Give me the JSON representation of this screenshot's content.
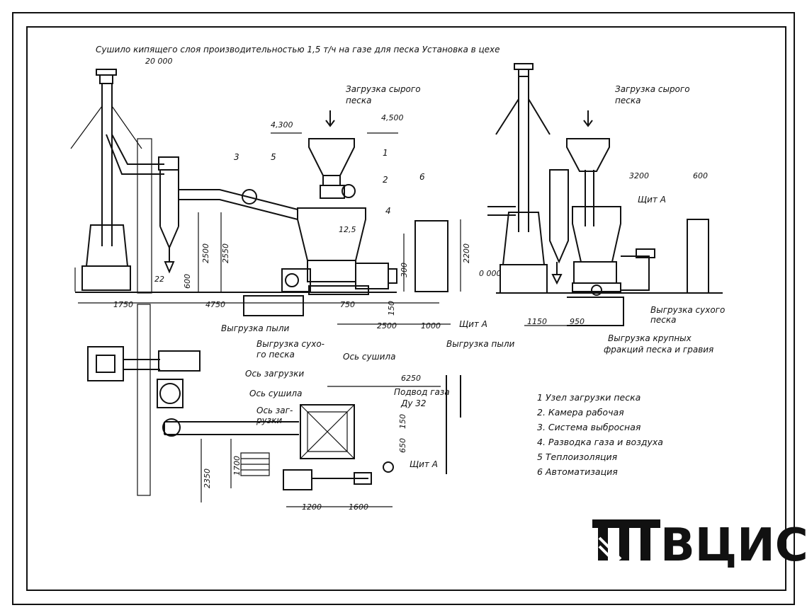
{
  "title": "Сушило кипящего слоя производительностью 1,5 т/ч на газе для песка Установка в цехе",
  "annotations": {
    "load_raw_sand_left": [
      "Загрузка сырого",
      "песка"
    ],
    "load_raw_sand_right": [
      "Загрузка сырого",
      "песка"
    ],
    "unload_dust_left": "Выгрузка пыли",
    "unload_dry_sand": [
      "Выгрузка сухо-",
      "го песка"
    ],
    "dryer_axis": "Ось сушила",
    "unload_dust_center": "Выгрузка пыли",
    "shield_a_center": "Щит А",
    "shield_a_right": "Щит А",
    "shield_a_plan": "Щит А",
    "unload_dry_sand_right": [
      "Выгрузка сухого",
      "песка"
    ],
    "unload_coarse": [
      "Выгрузка крупных",
      "фракций песка и гравия"
    ],
    "plan_load_axis": "Ось загрузки",
    "plan_dryer_axis": "Ось сушила",
    "plan_load_axis2": [
      "Ось заг-",
      "рузки"
    ],
    "gas_supply": [
      "Подвод газа",
      "Ду 32"
    ]
  },
  "dimensions": {
    "d20000": "20 000",
    "d4300": "4,300",
    "d4500": "4,500",
    "d12_5": "12,5",
    "d2500": "2500",
    "d2550": "2550",
    "d2200": "2200",
    "d0000": "0 000",
    "d600": "600",
    "d22": "22",
    "d300": "300",
    "d150": "150",
    "d1750": "1750",
    "d4750": "4750",
    "d750": "750",
    "d2500b": "2500",
    "d1000": "1000",
    "d1150": "1150",
    "d950": "950",
    "d3200": "3200",
    "d600r": "600",
    "d6250": "6250",
    "d150b": "150",
    "d650": "650",
    "d2350": "2350",
    "d1700": "1700",
    "d1200": "1200",
    "d1600": "1600"
  },
  "callouts": [
    "1",
    "2",
    "3",
    "4",
    "5",
    "6"
  ],
  "legend": [
    "1 Узел загрузки песка",
    "2. Камера рабочая",
    "3. Система выбросная",
    "4. Разводка газа и воздуха",
    "5 Теплоизоляция",
    "6 Автоматизация"
  ],
  "logo_text": "ВЦИС"
}
